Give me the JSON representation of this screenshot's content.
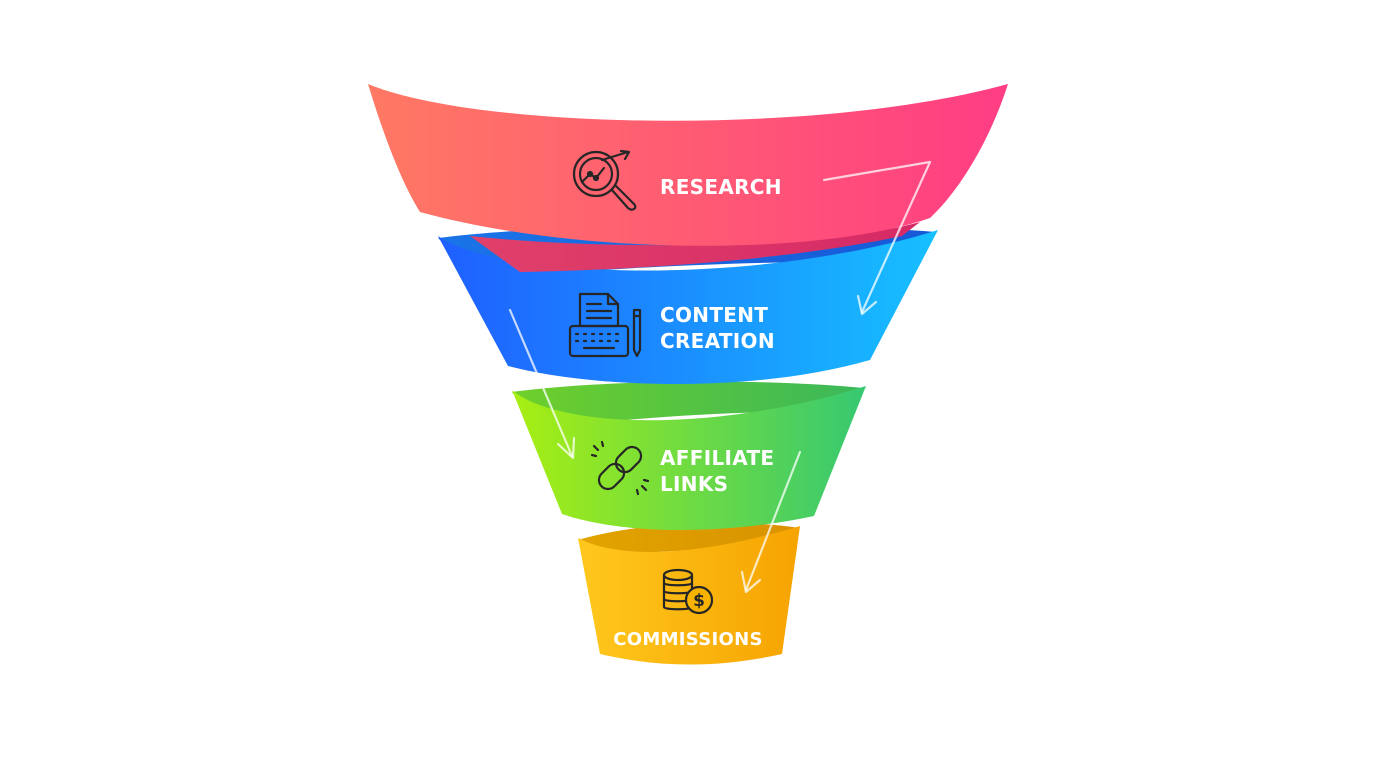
{
  "diagram": {
    "type": "funnel",
    "stages": [
      {
        "id": "research",
        "lines": [
          "RESEARCH"
        ],
        "icon": "magnifier-chart-icon",
        "color_start": "#ff7566",
        "color_end": "#ff3f83"
      },
      {
        "id": "content-creation",
        "lines": [
          "CONTENT",
          "CREATION"
        ],
        "icon": "typewriter-document-icon",
        "color_start": "#1f68ff",
        "color_end": "#18b8ff"
      },
      {
        "id": "affiliate-links",
        "lines": [
          "AFFILIATE",
          "LINKS"
        ],
        "icon": "chain-link-icon",
        "color_start": "#a3ec16",
        "color_end": "#3bcb6f"
      },
      {
        "id": "commissions",
        "lines": [
          "COMMISSIONS"
        ],
        "icon": "coin-stack-icon",
        "color_start": "#ffc21a",
        "color_end": "#f5a000"
      }
    ]
  }
}
